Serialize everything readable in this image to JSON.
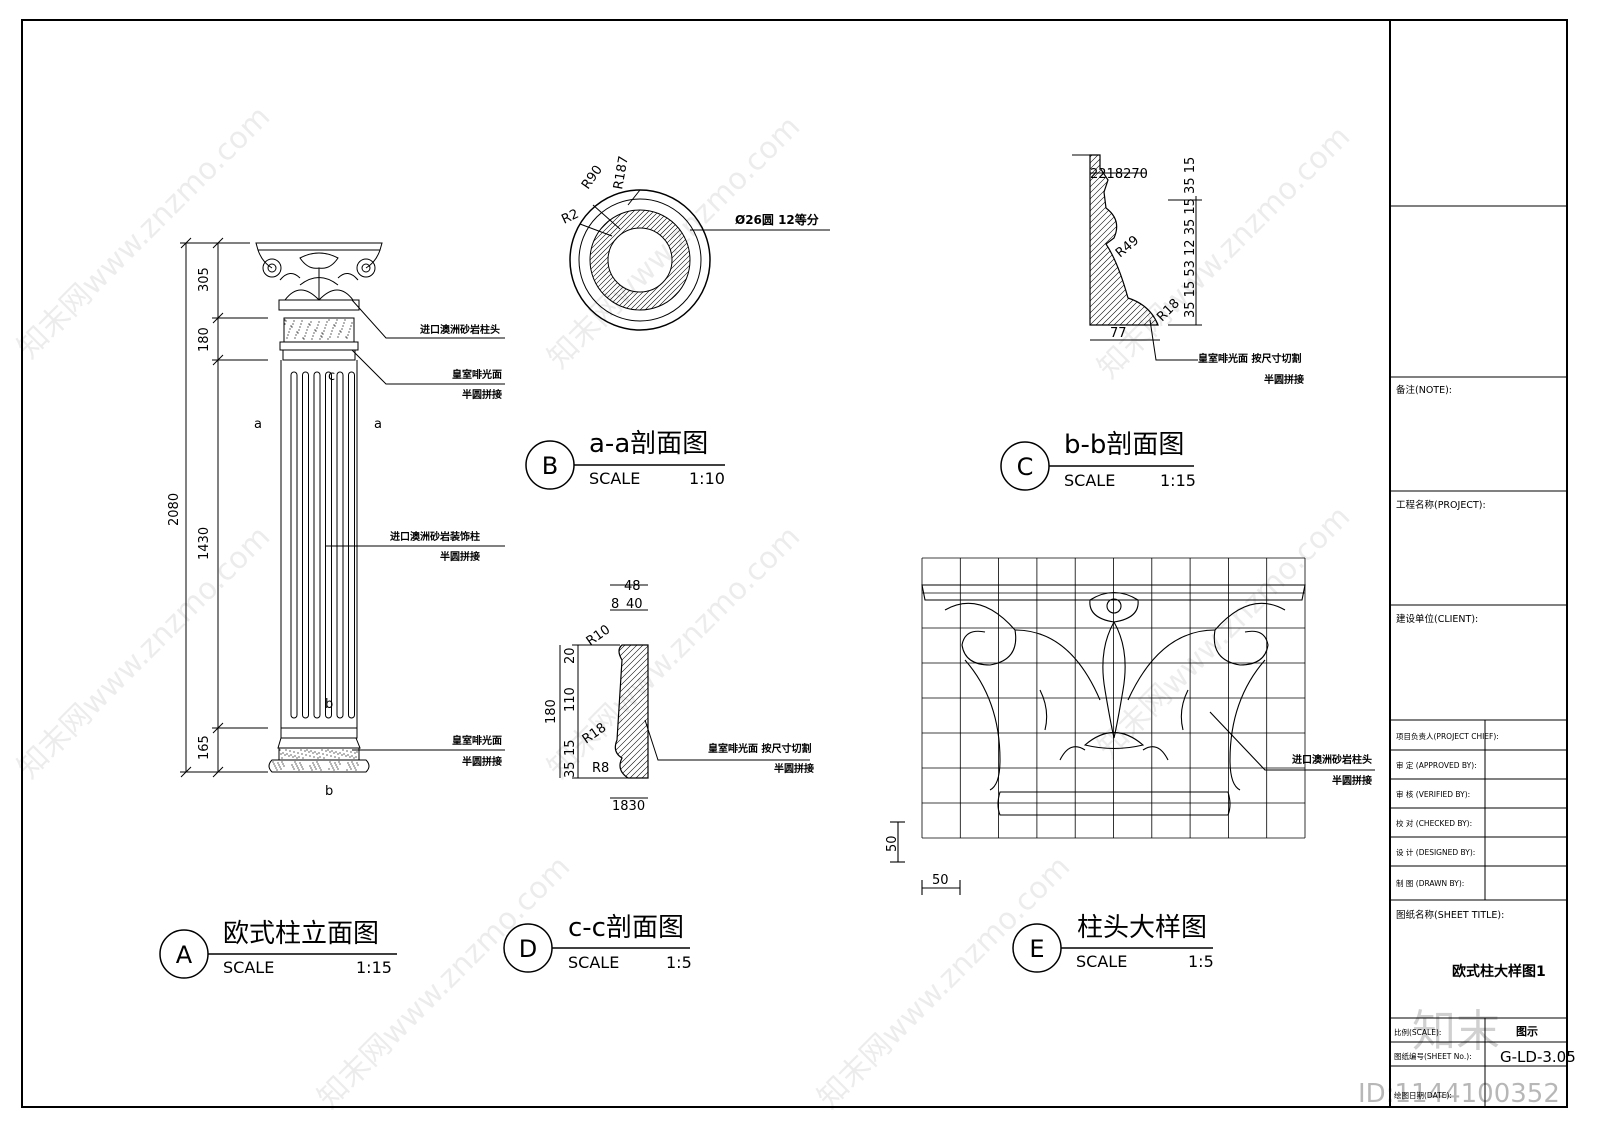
{
  "details": {
    "A": {
      "letter": "A",
      "title": "欧式柱立面图",
      "scale_label": "SCALE",
      "scale": "1:15"
    },
    "B": {
      "letter": "B",
      "title": "a-a剖面图",
      "scale_label": "SCALE",
      "scale": "1:10"
    },
    "C": {
      "letter": "C",
      "title": "b-b剖面图",
      "scale_label": "SCALE",
      "scale": "1:15"
    },
    "D": {
      "letter": "D",
      "title": "c-c剖面图",
      "scale_label": "SCALE",
      "scale": "1:5"
    },
    "E": {
      "letter": "E",
      "title": "柱头大样图",
      "scale_label": "SCALE",
      "scale": "1:5"
    }
  },
  "column_elevation": {
    "dims": [
      "2080",
      "305",
      "180",
      "1430",
      "165"
    ],
    "cut_labels": [
      "a",
      "a",
      "b",
      "c",
      "b"
    ],
    "notes": [
      [
        "进口澳洲砂岩柱头"
      ],
      [
        "皇室啡光面",
        "半圆拼接"
      ],
      [
        "进口澳洲砂岩装饰柱",
        "半圆拼接"
      ],
      [
        "皇室啡光面",
        "半圆拼接"
      ]
    ]
  },
  "section_aa": {
    "dims": [
      "R187",
      "R90",
      "R2"
    ],
    "note": "Ø26圆 12等分"
  },
  "section_bb": {
    "top_dims": "2218270",
    "right_dims": "35 15 53 12 35 15 35 15",
    "radii": [
      "R49",
      "R18"
    ],
    "bottom_dim": "77",
    "notes": [
      "皇室啡光面  按尺寸切割",
      "半圆拼接"
    ]
  },
  "section_cc": {
    "top_dims": [
      "48",
      "8",
      "40"
    ],
    "radii": [
      "R10",
      "R18",
      "R8"
    ],
    "left_dims": [
      "180",
      "20",
      "110",
      "15",
      "35"
    ],
    "bottom_dims": "1830",
    "notes": [
      "皇室啡光面  按尺寸切割",
      "半圆拼接"
    ]
  },
  "capital_detail": {
    "grid": [
      "50",
      "50"
    ],
    "notes": [
      "进口澳洲砂岩柱头",
      "半圆拼接"
    ]
  },
  "title_block": {
    "note": "备注(NOTE):",
    "project": "工程名称(PROJECT):",
    "client": "建设单位(CLIENT):",
    "roles": [
      "项目负责人(PROJECT CHIEF):",
      "审 定 (APPROVED BY):",
      "审 核 (VERIFIED BY):",
      "校 对 (CHECKED BY):",
      "设 计 (DESIGNED BY):",
      "制 图 (DRAWN BY):"
    ],
    "sheet_title_label": "图纸名称(SHEET TITLE):",
    "sheet_title": "欧式柱大样图1",
    "scale_label": "比例(SCALE):",
    "scale_value": "图示",
    "sheet_no_label": "图纸编号(SHEET No.):",
    "sheet_no": "G-LD-3.05",
    "date_label": "绘图日期(DATE):"
  },
  "watermark": {
    "text": "知末网www.znzmo.com",
    "logo": "知末",
    "id": "ID:1144100352"
  }
}
